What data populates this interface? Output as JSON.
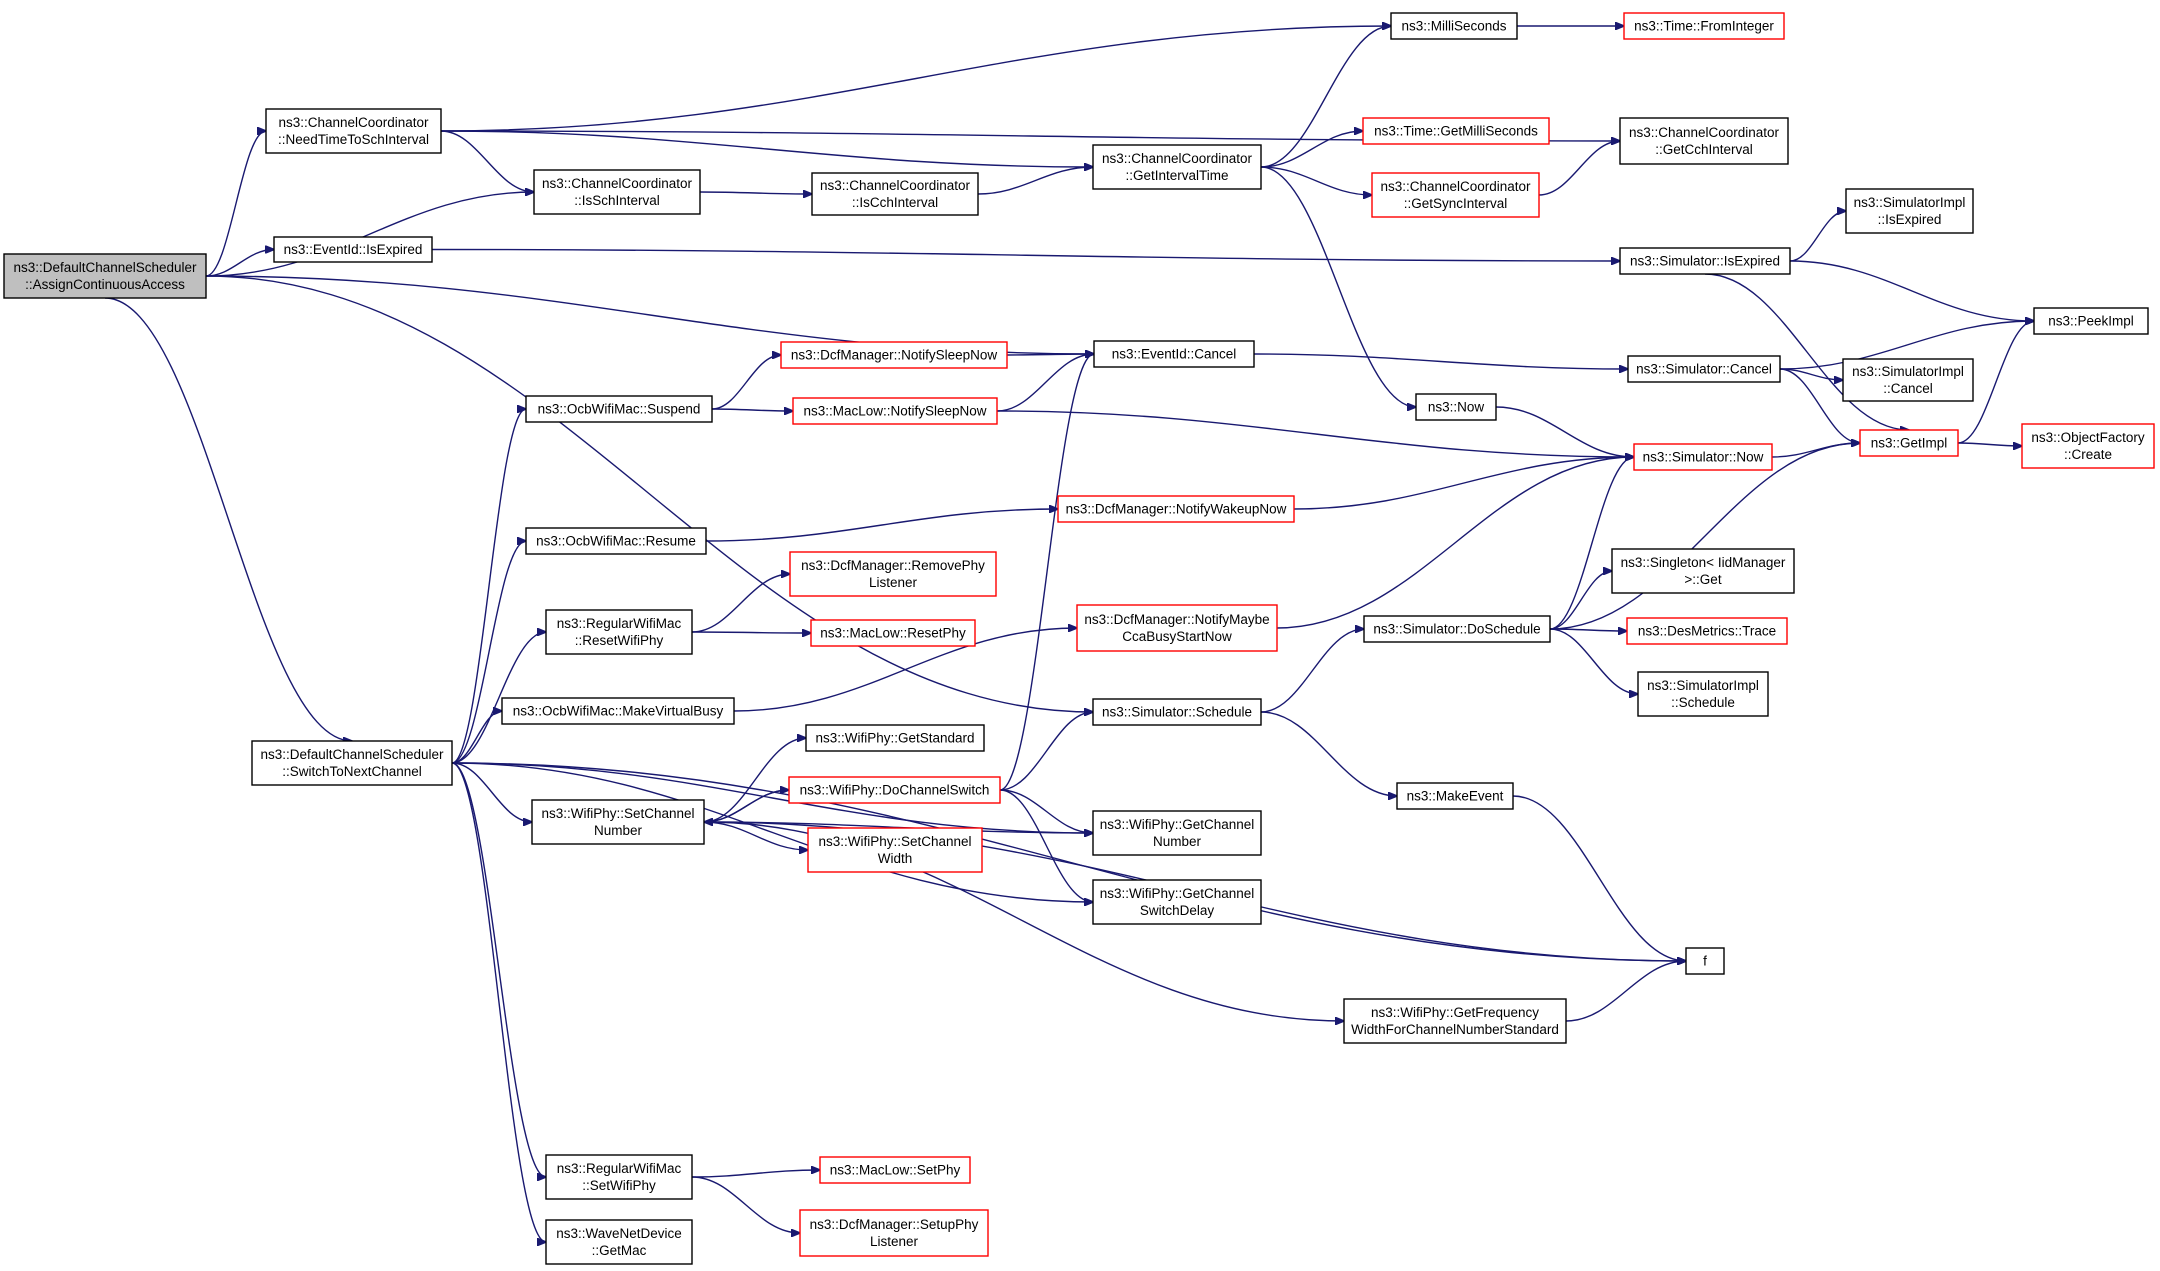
{
  "graph": {
    "edge_color": "#191970",
    "node_border": "#000000",
    "node_border_missing": "#ff0000",
    "root_fill": "#bfbfbf",
    "nodes": [
      {
        "id": "root",
        "lines": [
          "ns3::DefaultChannelScheduler",
          "::AssignContinuousAccess"
        ],
        "style": "root"
      },
      {
        "id": "needTime",
        "lines": [
          "ns3::ChannelCoordinator",
          "::NeedTimeToSchInterval"
        ],
        "style": "normal"
      },
      {
        "id": "eventIsExp",
        "lines": [
          "ns3::EventId::IsExpired"
        ],
        "style": "normal"
      },
      {
        "id": "switchNext",
        "lines": [
          "ns3::DefaultChannelScheduler",
          "::SwitchToNextChannel"
        ],
        "style": "normal"
      },
      {
        "id": "milli",
        "lines": [
          "ns3::MilliSeconds"
        ],
        "style": "normal"
      },
      {
        "id": "fromInt",
        "lines": [
          "ns3::Time::FromInteger"
        ],
        "style": "red"
      },
      {
        "id": "getCch",
        "lines": [
          "ns3::ChannelCoordinator",
          "::GetCchInterval"
        ],
        "style": "normal"
      },
      {
        "id": "isSch",
        "lines": [
          "ns3::ChannelCoordinator",
          "::IsSchInterval"
        ],
        "style": "normal"
      },
      {
        "id": "isCch",
        "lines": [
          "ns3::ChannelCoordinator",
          "::IsCchInterval"
        ],
        "style": "normal"
      },
      {
        "id": "getInterval",
        "lines": [
          "ns3::ChannelCoordinator",
          "::GetIntervalTime"
        ],
        "style": "normal"
      },
      {
        "id": "getMilliSec",
        "lines": [
          "ns3::Time::GetMilliSeconds"
        ],
        "style": "red"
      },
      {
        "id": "getSync",
        "lines": [
          "ns3::ChannelCoordinator",
          "::GetSyncInterval"
        ],
        "style": "red"
      },
      {
        "id": "simIsExp",
        "lines": [
          "ns3::Simulator::IsExpired"
        ],
        "style": "normal"
      },
      {
        "id": "implIsExp",
        "lines": [
          "ns3::SimulatorImpl",
          "::IsExpired"
        ],
        "style": "normal"
      },
      {
        "id": "peek",
        "lines": [
          "ns3::PeekImpl"
        ],
        "style": "normal"
      },
      {
        "id": "eventCancel",
        "lines": [
          "ns3::EventId::Cancel"
        ],
        "style": "normal"
      },
      {
        "id": "simCancel",
        "lines": [
          "ns3::Simulator::Cancel"
        ],
        "style": "normal"
      },
      {
        "id": "implCancel",
        "lines": [
          "ns3::SimulatorImpl",
          "::Cancel"
        ],
        "style": "normal"
      },
      {
        "id": "getImpl",
        "lines": [
          "ns3::GetImpl"
        ],
        "style": "red"
      },
      {
        "id": "objFactory",
        "lines": [
          "ns3::ObjectFactory",
          "::Create"
        ],
        "style": "red"
      },
      {
        "id": "now",
        "lines": [
          "ns3::Now"
        ],
        "style": "normal"
      },
      {
        "id": "simNow",
        "lines": [
          "ns3::Simulator::Now"
        ],
        "style": "red"
      },
      {
        "id": "dcfSleep",
        "lines": [
          "ns3::DcfManager::NotifySleepNow"
        ],
        "style": "red"
      },
      {
        "id": "suspend",
        "lines": [
          "ns3::OcbWifiMac::Suspend"
        ],
        "style": "normal"
      },
      {
        "id": "macSleep",
        "lines": [
          "ns3::MacLow::NotifySleepNow"
        ],
        "style": "red"
      },
      {
        "id": "resume",
        "lines": [
          "ns3::OcbWifiMac::Resume"
        ],
        "style": "normal"
      },
      {
        "id": "dcfWake",
        "lines": [
          "ns3::DcfManager::NotifyWakeupNow"
        ],
        "style": "red"
      },
      {
        "id": "removePhy",
        "lines": [
          "ns3::DcfManager::RemovePhy",
          "Listener"
        ],
        "style": "red"
      },
      {
        "id": "resetWifiPhy",
        "lines": [
          "ns3::RegularWifiMac",
          "::ResetWifiPhy"
        ],
        "style": "normal"
      },
      {
        "id": "resetPhy",
        "lines": [
          "ns3::MacLow::ResetPhy"
        ],
        "style": "red"
      },
      {
        "id": "ccaBusy",
        "lines": [
          "ns3::DcfManager::NotifyMaybe",
          "CcaBusyStartNow"
        ],
        "style": "red"
      },
      {
        "id": "singleton",
        "lines": [
          "ns3::Singleton< IidManager",
          ">::Get"
        ],
        "style": "normal"
      },
      {
        "id": "doSchedule",
        "lines": [
          "ns3::Simulator::DoSchedule"
        ],
        "style": "normal"
      },
      {
        "id": "desTrace",
        "lines": [
          "ns3::DesMetrics::Trace"
        ],
        "style": "red"
      },
      {
        "id": "makeBusy",
        "lines": [
          "ns3::OcbWifiMac::MakeVirtualBusy"
        ],
        "style": "normal"
      },
      {
        "id": "simSchedule",
        "lines": [
          "ns3::Simulator::Schedule"
        ],
        "style": "normal"
      },
      {
        "id": "implSchedule",
        "lines": [
          "ns3::SimulatorImpl",
          "::Schedule"
        ],
        "style": "normal"
      },
      {
        "id": "getStandard",
        "lines": [
          "ns3::WifiPhy::GetStandard"
        ],
        "style": "normal"
      },
      {
        "id": "doSwitch",
        "lines": [
          "ns3::WifiPhy::DoChannelSwitch"
        ],
        "style": "red"
      },
      {
        "id": "makeEvent",
        "lines": [
          "ns3::MakeEvent"
        ],
        "style": "normal"
      },
      {
        "id": "setChNum",
        "lines": [
          "ns3::WifiPhy::SetChannel",
          "Number"
        ],
        "style": "normal"
      },
      {
        "id": "getChNum",
        "lines": [
          "ns3::WifiPhy::GetChannel",
          "Number"
        ],
        "style": "normal"
      },
      {
        "id": "setChWidth",
        "lines": [
          "ns3::WifiPhy::SetChannel",
          "Width"
        ],
        "style": "red"
      },
      {
        "id": "getSwDelay",
        "lines": [
          "ns3::WifiPhy::GetChannel",
          "SwitchDelay"
        ],
        "style": "normal"
      },
      {
        "id": "f",
        "lines": [
          "f"
        ],
        "style": "normal"
      },
      {
        "id": "getFreq",
        "lines": [
          "ns3::WifiPhy::GetFrequency",
          "WidthForChannelNumberStandard"
        ],
        "style": "normal"
      },
      {
        "id": "setWifiPhy",
        "lines": [
          "ns3::RegularWifiMac",
          "::SetWifiPhy"
        ],
        "style": "normal"
      },
      {
        "id": "setPhy",
        "lines": [
          "ns3::MacLow::SetPhy"
        ],
        "style": "red"
      },
      {
        "id": "getMac",
        "lines": [
          "ns3::WaveNetDevice",
          "::GetMac"
        ],
        "style": "normal"
      },
      {
        "id": "setupPhy",
        "lines": [
          "ns3::DcfManager::SetupPhy",
          "Listener"
        ],
        "style": "red"
      }
    ],
    "edges": [
      [
        "root",
        "needTime"
      ],
      [
        "root",
        "eventIsExp"
      ],
      [
        "root",
        "switchNext"
      ],
      [
        "root",
        "isSch"
      ],
      [
        "root",
        "eventCancel"
      ],
      [
        "root",
        "simSchedule"
      ],
      [
        "needTime",
        "milli"
      ],
      [
        "needTime",
        "getCch"
      ],
      [
        "needTime",
        "isSch"
      ],
      [
        "needTime",
        "getInterval"
      ],
      [
        "milli",
        "fromInt"
      ],
      [
        "isSch",
        "isCch"
      ],
      [
        "isCch",
        "getInterval"
      ],
      [
        "getInterval",
        "milli"
      ],
      [
        "getInterval",
        "getMilliSec"
      ],
      [
        "getInterval",
        "getSync"
      ],
      [
        "getInterval",
        "now"
      ],
      [
        "getSync",
        "getCch"
      ],
      [
        "eventIsExp",
        "simIsExp"
      ],
      [
        "simIsExp",
        "implIsExp"
      ],
      [
        "simIsExp",
        "peek"
      ],
      [
        "simIsExp",
        "getImpl"
      ],
      [
        "eventCancel",
        "simCancel"
      ],
      [
        "simCancel",
        "peek"
      ],
      [
        "simCancel",
        "implCancel"
      ],
      [
        "simCancel",
        "getImpl"
      ],
      [
        "getImpl",
        "peek"
      ],
      [
        "getImpl",
        "objFactory"
      ],
      [
        "now",
        "simNow"
      ],
      [
        "simNow",
        "getImpl"
      ],
      [
        "dcfSleep",
        "eventCancel"
      ],
      [
        "suspend",
        "dcfSleep"
      ],
      [
        "suspend",
        "macSleep"
      ],
      [
        "macSleep",
        "eventCancel"
      ],
      [
        "macSleep",
        "simNow"
      ],
      [
        "resume",
        "dcfWake"
      ],
      [
        "dcfWake",
        "simNow"
      ],
      [
        "resetWifiPhy",
        "removePhy"
      ],
      [
        "resetWifiPhy",
        "resetPhy"
      ],
      [
        "makeBusy",
        "ccaBusy"
      ],
      [
        "ccaBusy",
        "simNow"
      ],
      [
        "doSchedule",
        "simNow"
      ],
      [
        "doSchedule",
        "getImpl"
      ],
      [
        "doSchedule",
        "singleton"
      ],
      [
        "doSchedule",
        "desTrace"
      ],
      [
        "doSchedule",
        "implSchedule"
      ],
      [
        "simSchedule",
        "doSchedule"
      ],
      [
        "simSchedule",
        "makeEvent"
      ],
      [
        "makeEvent",
        "f"
      ],
      [
        "switchNext",
        "suspend"
      ],
      [
        "switchNext",
        "resume"
      ],
      [
        "switchNext",
        "resetWifiPhy"
      ],
      [
        "switchNext",
        "makeBusy"
      ],
      [
        "switchNext",
        "setChNum"
      ],
      [
        "switchNext",
        "getChNum"
      ],
      [
        "switchNext",
        "getSwDelay"
      ],
      [
        "switchNext",
        "setWifiPhy"
      ],
      [
        "switchNext",
        "getMac"
      ],
      [
        "switchNext",
        "f"
      ],
      [
        "setChNum",
        "getStandard"
      ],
      [
        "setChNum",
        "doSwitch"
      ],
      [
        "setChNum",
        "setChWidth"
      ],
      [
        "setChNum",
        "getChNum"
      ],
      [
        "setChNum",
        "f"
      ],
      [
        "setChNum",
        "getFreq"
      ],
      [
        "doSwitch",
        "setChNum"
      ],
      [
        "doSwitch",
        "simSchedule"
      ],
      [
        "doSwitch",
        "getChNum"
      ],
      [
        "doSwitch",
        "getSwDelay"
      ],
      [
        "doSwitch",
        "eventCancel"
      ],
      [
        "getFreq",
        "f"
      ],
      [
        "setWifiPhy",
        "setPhy"
      ],
      [
        "setWifiPhy",
        "setupPhy"
      ]
    ]
  }
}
